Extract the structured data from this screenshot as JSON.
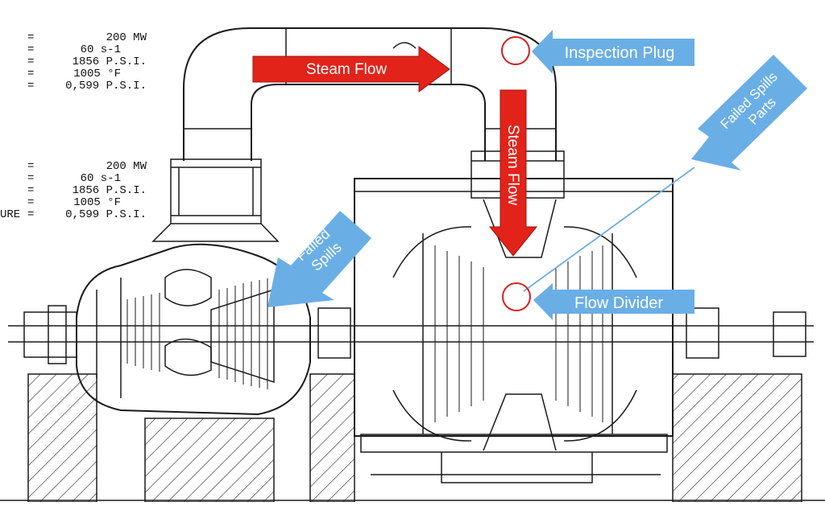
{
  "specs": {
    "block_top": {
      "lines": [
        {
          "prefix": "",
          "eq": "=",
          "value": "200 MW"
        },
        {
          "prefix": "",
          "eq": "=",
          "value": "60 s-1"
        },
        {
          "prefix": "",
          "eq": "=",
          "value": "1856 P.S.I."
        },
        {
          "prefix": "",
          "eq": "=",
          "value": "1005 °F"
        },
        {
          "prefix": "",
          "eq": "=",
          "value": "0,599 P.S.I."
        }
      ]
    },
    "block_bottom": {
      "lines": [
        {
          "prefix": "",
          "eq": "=",
          "value": "200 MW"
        },
        {
          "prefix": "",
          "eq": "=",
          "value": "60 s-1"
        },
        {
          "prefix": "",
          "eq": "=",
          "value": "1856 P.S.I."
        },
        {
          "prefix": "",
          "eq": "=",
          "value": "1005 °F"
        },
        {
          "prefix": "URE",
          "eq": "=",
          "value": "0,599 P.S.I."
        }
      ]
    }
  },
  "annotations": {
    "steam_flow_horizontal": "Steam Flow",
    "steam_flow_vertical": "Steam Flow",
    "inspection_plug": "Inspection Plug",
    "failed_spills": [
      "Failed",
      "Spills"
    ],
    "failed_spills_parts": [
      "Failed Spills",
      "Parts"
    ],
    "flow_divider": "Flow Divider"
  },
  "colors": {
    "steam_arrow": "#e2231a",
    "callout_fill": "#6aaee6",
    "marker_circle": "#d62020",
    "drawing_ink": "#1a1a1a"
  }
}
